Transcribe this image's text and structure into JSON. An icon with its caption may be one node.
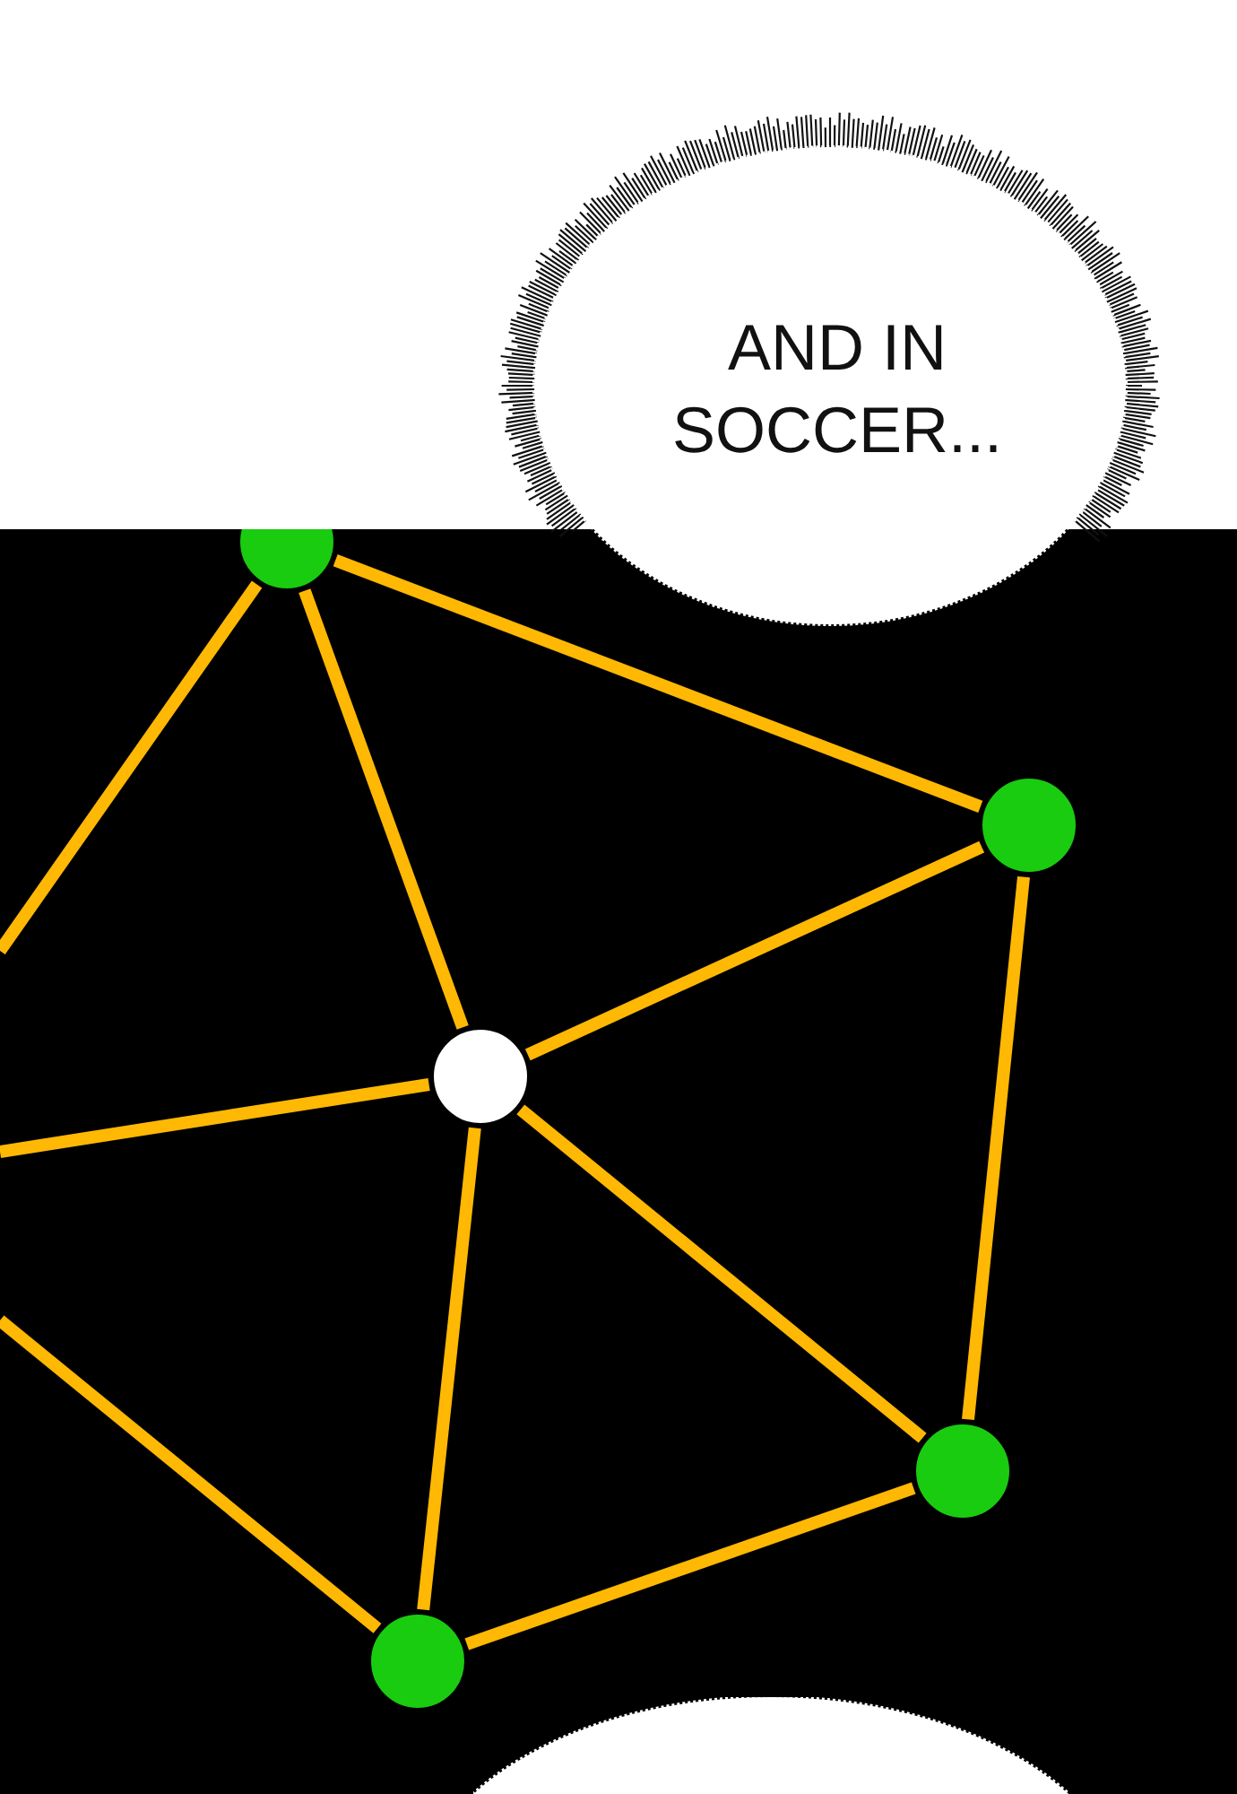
{
  "diagram": {
    "nodes": [
      {
        "text": [
          "AND IN SOCCER..."
        ]
      },
      {
        "text": [],
        "shape": "circle"
      },
      {
        "text": [],
        "shape": "circle"
      },
      {
        "text": [],
        "shape": "circle"
      },
      {
        "text": [],
        "shape": "circle"
      },
      {
        "text": [],
        "shape": "circle"
      },
      {
        "text": [],
        "shape": "ellipse"
      }
    ],
    "edges": [
      {
        "from": 1,
        "to": null,
        "arrow": "none"
      },
      {
        "from": 1,
        "to": 3,
        "arrow": "none"
      },
      {
        "from": 1,
        "to": 2,
        "arrow": "none"
      },
      {
        "from": 2,
        "to": 3,
        "arrow": "none"
      },
      {
        "from": 2,
        "to": 4,
        "arrow": "none"
      },
      {
        "from": 3,
        "to": null,
        "arrow": "none"
      },
      {
        "from": 3,
        "to": 5,
        "arrow": "none"
      },
      {
        "from": 3,
        "to": 4,
        "arrow": "none"
      },
      {
        "from": 5,
        "to": null,
        "arrow": "none"
      },
      {
        "from": 5,
        "to": 4,
        "arrow": "none"
      }
    ]
  }
}
